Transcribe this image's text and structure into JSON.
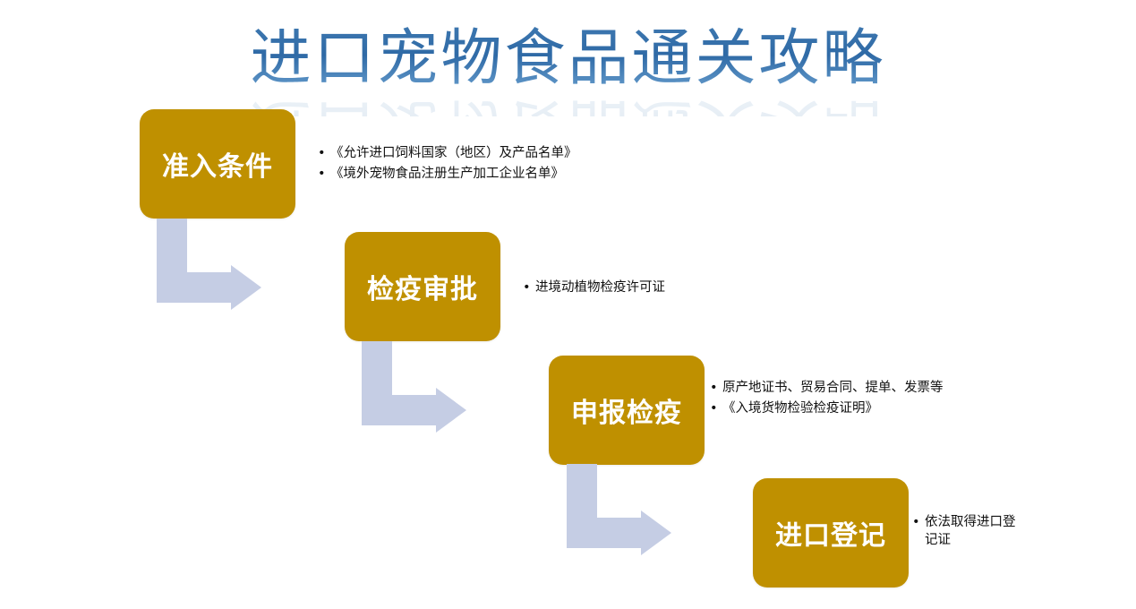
{
  "title": "进口宠物食品通关攻略",
  "colors": {
    "title": "#2f6fa8",
    "step_box": "#bf9000",
    "step_text": "#ffffff",
    "arrow": "#c5cde4",
    "bullet_text": "#111111"
  },
  "steps": [
    {
      "label": "准入条件",
      "details": [
        "《允许进口饲料国家（地区）及产品名单》",
        "《境外宠物食品注册生产加工企业名单》"
      ]
    },
    {
      "label": "检疫审批",
      "details": [
        "进境动植物检疫许可证"
      ]
    },
    {
      "label": "申报检疫",
      "details": [
        "原产地证书、贸易合同、提单、发票等",
        "《入境货物检验检疫证明》"
      ]
    },
    {
      "label": "进口登记",
      "details": [
        "依法取得进口登记证"
      ]
    }
  ]
}
